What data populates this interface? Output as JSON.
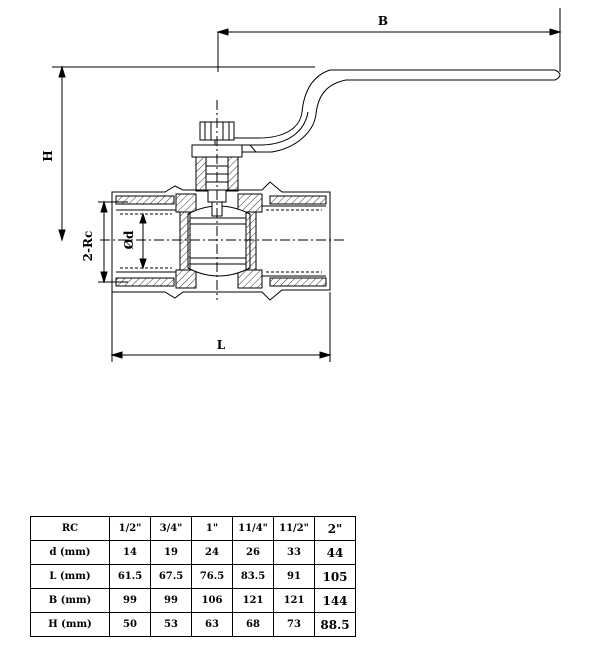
{
  "drawing": {
    "dim_B": "B",
    "dim_H": "H",
    "dim_Rc": "2-Rc",
    "dim_d": "Ød",
    "dim_L": "L"
  },
  "table": {
    "header": {
      "label": "RC",
      "values": [
        "1/2\"",
        "3/4\"",
        "1\"",
        "11/4\"",
        "11/2\"",
        "2\""
      ]
    },
    "rows": [
      {
        "label": "d (mm)",
        "values": [
          "14",
          "19",
          "24",
          "26",
          "33",
          "44"
        ]
      },
      {
        "label": "L (mm)",
        "values": [
          "61.5",
          "67.5",
          "76.5",
          "83.5",
          "91",
          "105"
        ]
      },
      {
        "label": "B (mm)",
        "values": [
          "99",
          "99",
          "106",
          "121",
          "121",
          "144"
        ]
      },
      {
        "label": "H (mm)",
        "values": [
          "50",
          "53",
          "63",
          "68",
          "73",
          "88.5"
        ]
      }
    ]
  }
}
